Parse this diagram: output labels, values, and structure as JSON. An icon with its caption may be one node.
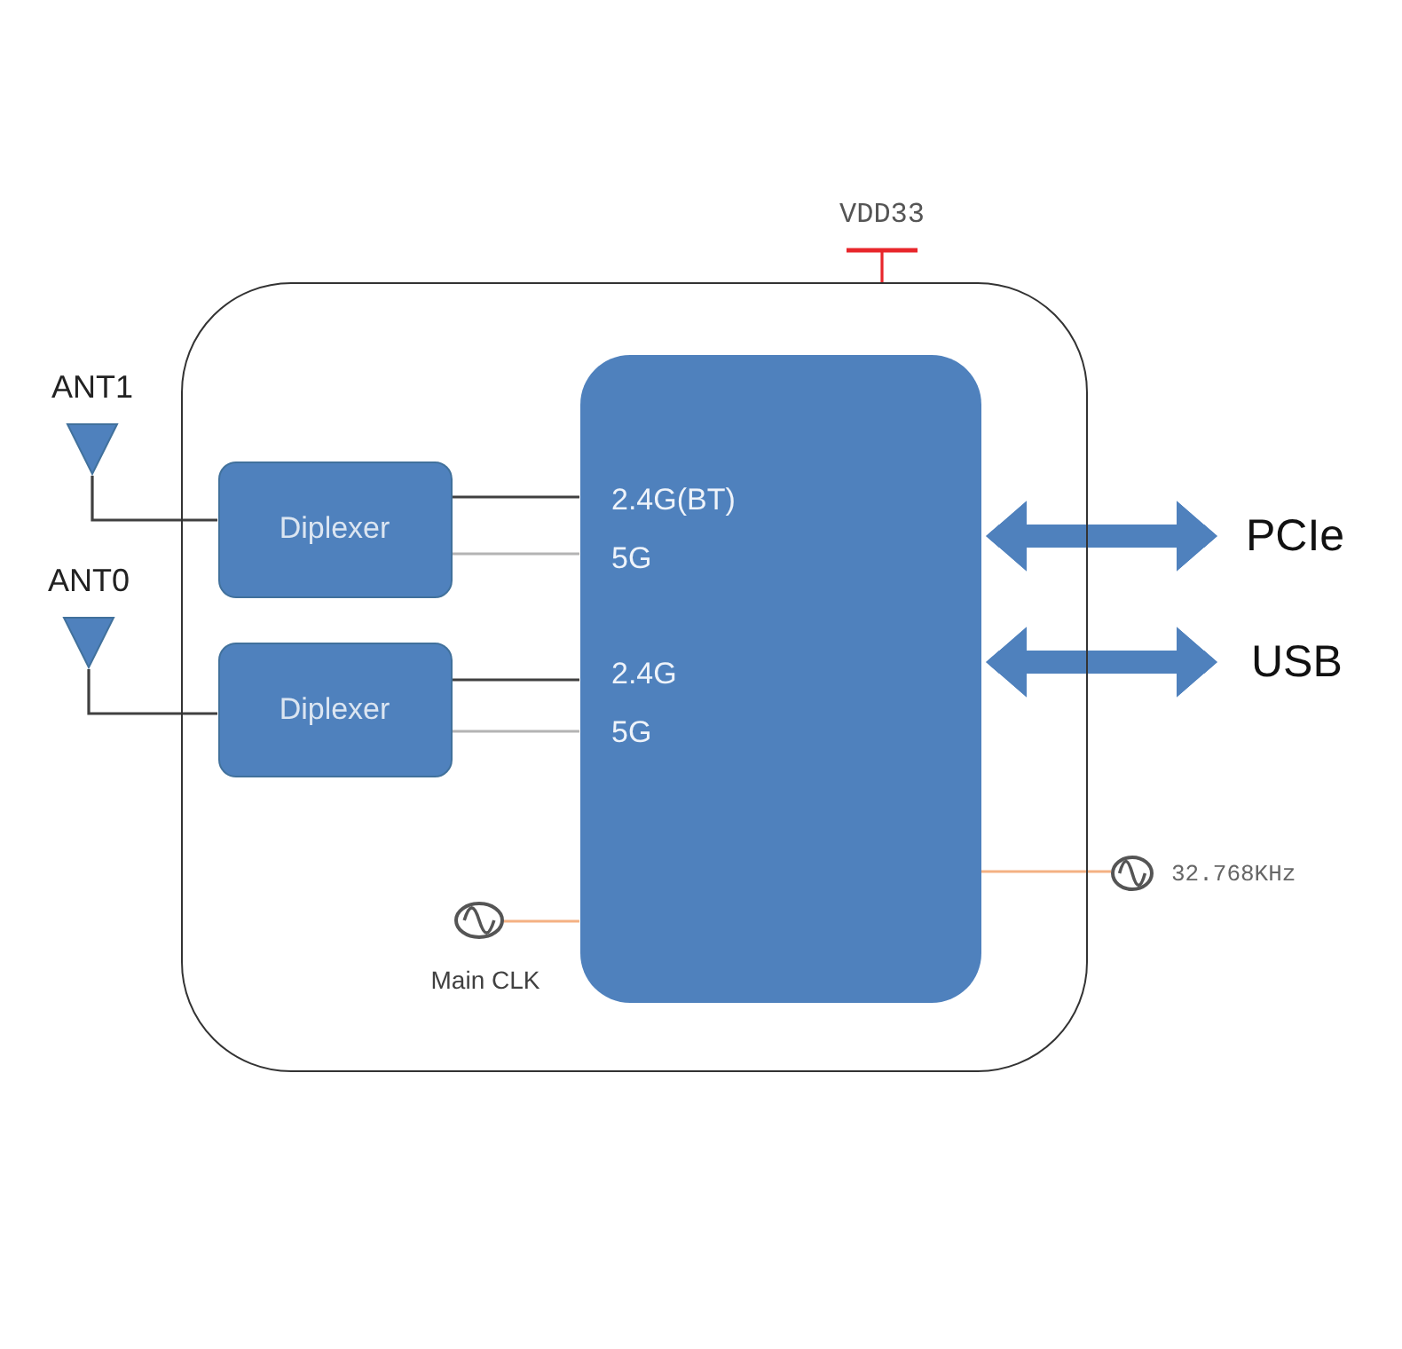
{
  "diagram": {
    "nodes": [
      {
        "text": [
          "VDD33"
        ]
      },
      {
        "text": [],
        "shape": "box"
      },
      {
        "text": [
          "ANT1"
        ]
      },
      {
        "text": [
          "ANT0"
        ]
      },
      {
        "text": [
          "Diplexer"
        ],
        "in": 1
      },
      {
        "text": [
          "Diplexer"
        ],
        "in": 1
      },
      {
        "text": [
          "2.4G(BT)",
          "5G",
          "2.4G",
          "5G"
        ],
        "in": 1
      },
      {
        "text": [
          "PCIe"
        ]
      },
      {
        "text": [
          "USB"
        ]
      },
      {
        "text": [],
        "shape": "circle",
        "beside": [
          "Main CLK"
        ],
        "in": 1
      },
      {
        "text": [],
        "shape": "circle",
        "beside": [
          "32.768KHz"
        ]
      }
    ],
    "edges": [
      {
        "from": 0,
        "to": 1,
        "arrow": "other",
        "color": "#e8262b"
      },
      {
        "from": 2,
        "to": 4,
        "arrow": "none"
      },
      {
        "from": 3,
        "to": 5,
        "arrow": "none"
      },
      {
        "from": 4,
        "to": 6,
        "arrow": "none"
      },
      {
        "from": 4,
        "to": 6,
        "arrow": "none",
        "color": "#b4b4b4"
      },
      {
        "from": 5,
        "to": 6,
        "arrow": "none"
      },
      {
        "from": 5,
        "to": 6,
        "arrow": "none",
        "color": "#b4b4b4"
      },
      {
        "from": 6,
        "to": 7,
        "arrow": "both",
        "style": "thick",
        "color": "#4f81bd"
      },
      {
        "from": 6,
        "to": 8,
        "arrow": "both",
        "style": "thick",
        "color": "#4f81bd"
      },
      {
        "from": 9,
        "to": 6,
        "arrow": "none",
        "color": "#f4b183"
      },
      {
        "from": 10,
        "to": 6,
        "arrow": "none",
        "color": "#f4b183"
      }
    ]
  }
}
